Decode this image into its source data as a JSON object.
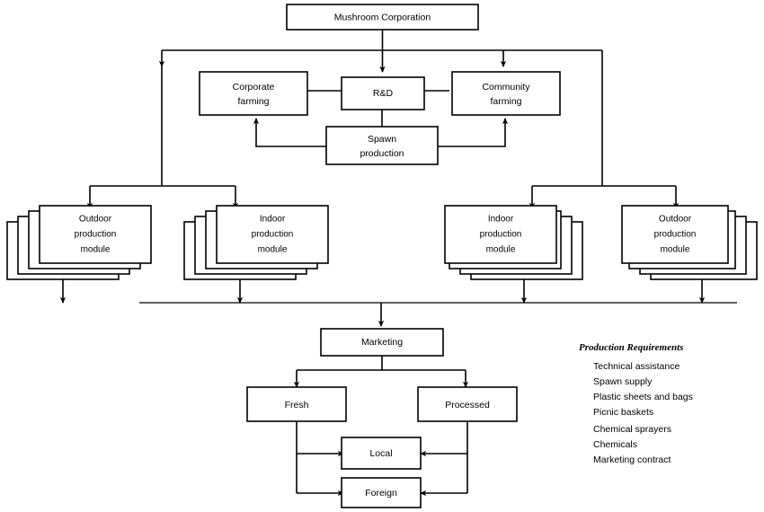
{
  "diagram": {
    "title": "Mushroom Corporation organizational flow",
    "line_color": "#000000",
    "box_fill": "#ffffff",
    "nodes": {
      "root": {
        "label": "Mushroom Corporation"
      },
      "corporate_farming": {
        "label_line1": "Corporate",
        "label_line2": "farming"
      },
      "rnd": {
        "label": "R&D"
      },
      "community_farming": {
        "label_line1": "Community",
        "label_line2": "farming"
      },
      "spawn_production": {
        "label_line1": "Spawn",
        "label_line2": "production"
      },
      "module_outdoor_left": {
        "label_line1": "Outdoor",
        "label_line2": "production",
        "label_line3": "module"
      },
      "module_indoor_left": {
        "label_line1": "Indoor",
        "label_line2": "production",
        "label_line3": "module"
      },
      "module_indoor_right": {
        "label_line1": "Indoor",
        "label_line2": "production",
        "label_line3": "module"
      },
      "module_outdoor_right": {
        "label_line1": "Outdoor",
        "label_line2": "production",
        "label_line3": "module"
      },
      "marketing": {
        "label": "Marketing"
      },
      "fresh": {
        "label": "Fresh"
      },
      "processed": {
        "label": "Processed"
      },
      "local": {
        "label": "Local"
      },
      "foreign": {
        "label": "Foreign"
      }
    }
  },
  "requirements": {
    "title": "Production Requirements",
    "items": [
      "Technical assistance",
      "Spawn supply",
      "Plastic sheets and bags",
      "Picnic baskets",
      "Chemical sprayers",
      "Chemicals",
      "Marketing contract"
    ]
  }
}
